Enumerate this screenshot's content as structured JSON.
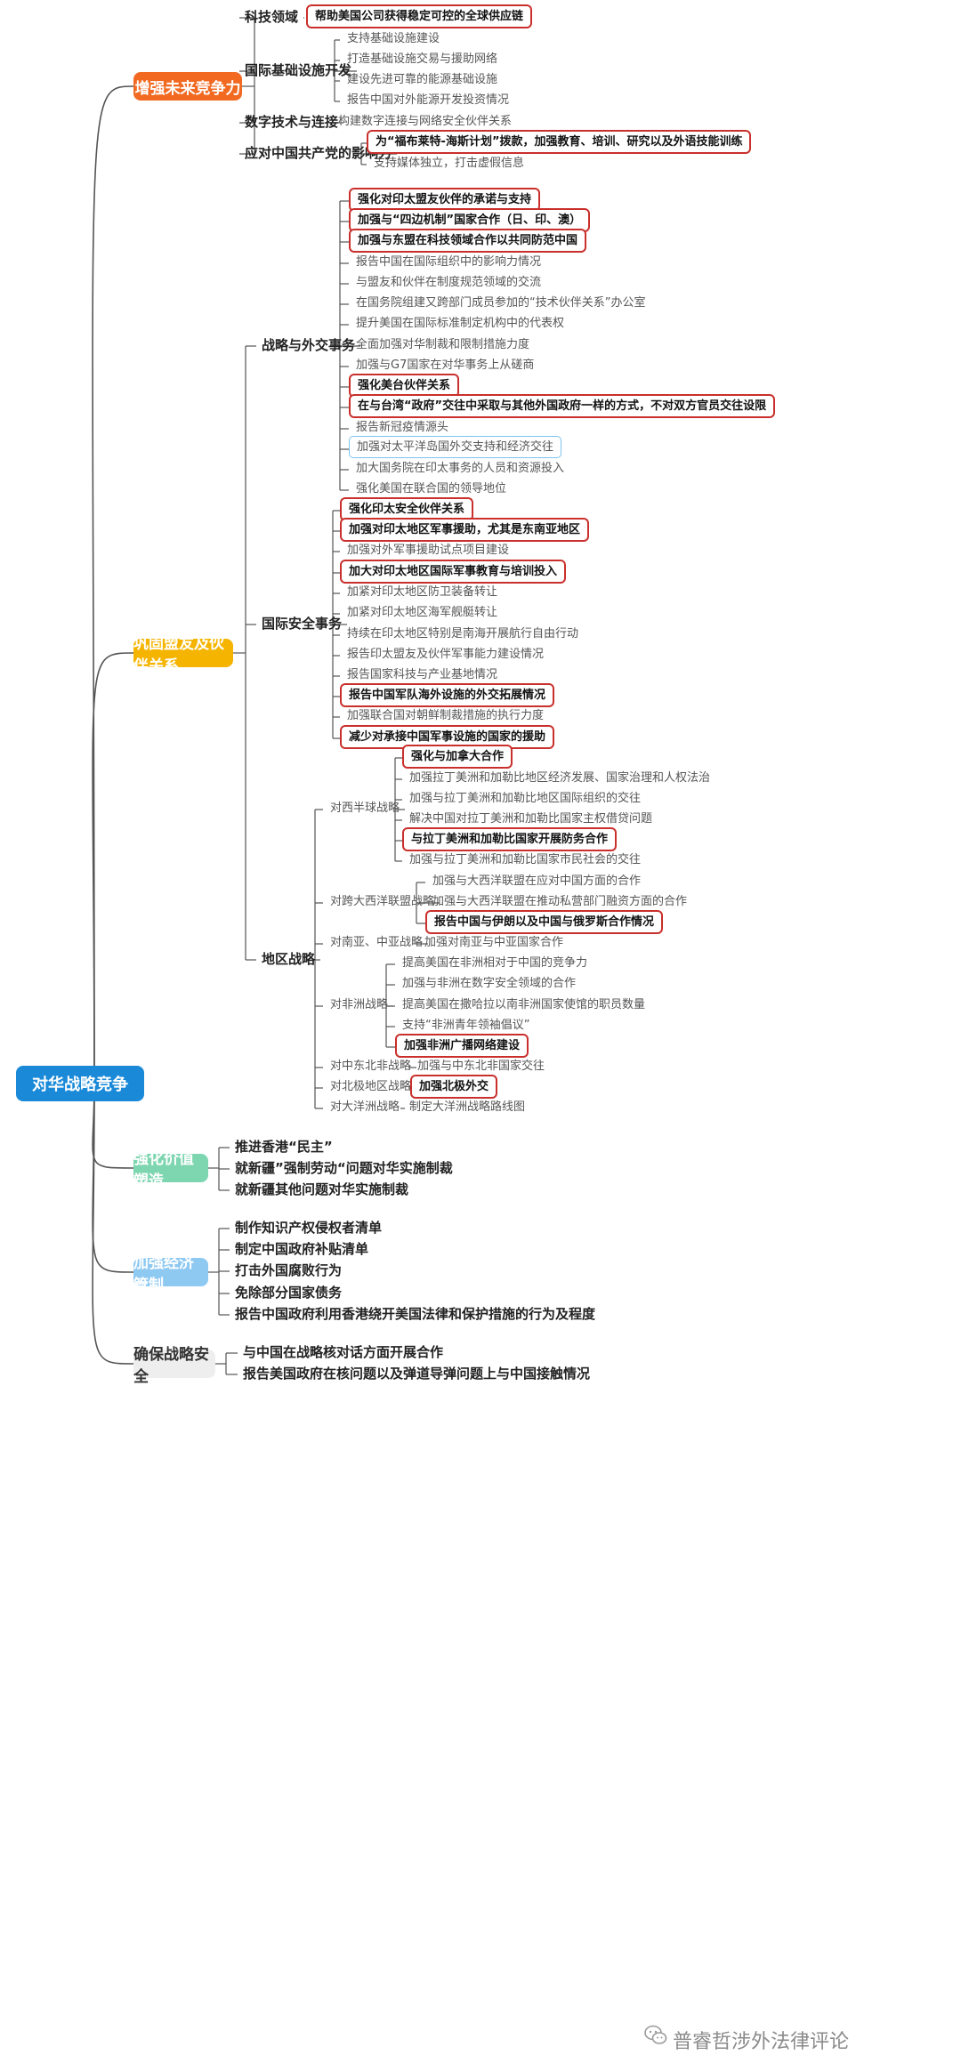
{
  "root": "对华战略竞争",
  "branches": [
    {
      "label": "增强未来竞争力",
      "color": "#f26a22",
      "children": [
        {
          "label": "科技领域",
          "items": [
            {
              "text": "帮助美国公司获得稳定可控的全球供应链",
              "hl": "red"
            }
          ]
        },
        {
          "label": "国际基础设施开发",
          "items": [
            {
              "text": "支持基础设施建设"
            },
            {
              "text": "打造基础设施交易与援助网络"
            },
            {
              "text": "建设先进可靠的能源基础设施"
            },
            {
              "text": "报告中国对外能源开发投资情况"
            }
          ]
        },
        {
          "label": "数字技术与连接",
          "items": [
            {
              "text": "构建数字连接与网络安全伙伴关系"
            }
          ]
        },
        {
          "label": "应对中国共产党的影响力",
          "items": [
            {
              "text": "为“福布莱特-海斯计划”拨款，加强教育、培训、研究以及外语技能训练",
              "hl": "red"
            },
            {
              "text": "支持媒体独立，打击虚假信息"
            }
          ]
        }
      ]
    },
    {
      "label": "巩固盟友及伙伴关系",
      "color": "#f5b400",
      "children": [
        {
          "label": "战略与外交事务",
          "items": [
            {
              "text": "强化对印太盟友伙伴的承诺与支持",
              "hl": "red"
            },
            {
              "text": "加强与“四边机制”国家合作（日、印、澳）",
              "hl": "red"
            },
            {
              "text": "加强与东盟在科技领域合作以共同防范中国",
              "hl": "red"
            },
            {
              "text": "报告中国在国际组织中的影响力情况"
            },
            {
              "text": "与盟友和伙伴在制度规范领域的交流"
            },
            {
              "text": "在国务院组建又跨部门成员参加的“技术伙伴关系”办公室"
            },
            {
              "text": "提升美国在国际标准制定机构中的代表权"
            },
            {
              "text": "全面加强对华制裁和限制措施力度"
            },
            {
              "text": "加强与G7国家在对华事务上从磋商"
            },
            {
              "text": "强化美台伙伴关系",
              "hl": "red"
            },
            {
              "text": "在与台湾“政府”交往中采取与其他外国政府一样的方式，不对双方官员交往设限",
              "hl": "red"
            },
            {
              "text": "报告新冠疫情源头"
            },
            {
              "text": "加强对太平洋岛国外交支持和经济交往",
              "hl": "blue"
            },
            {
              "text": "加大国务院在印太事务的人员和资源投入"
            },
            {
              "text": "强化美国在联合国的领导地位"
            }
          ]
        },
        {
          "label": "国际安全事务",
          "items": [
            {
              "text": "强化印太安全伙伴关系",
              "hl": "red"
            },
            {
              "text": "加强对印太地区军事援助，尤其是东南亚地区",
              "hl": "red"
            },
            {
              "text": "加强对外军事援助试点项目建设"
            },
            {
              "text": "加大对印太地区国际军事教育与培训投入",
              "hl": "red"
            },
            {
              "text": "加紧对印太地区防卫装备转让"
            },
            {
              "text": "加紧对印太地区海军舰艇转让"
            },
            {
              "text": "持续在印太地区特别是南海开展航行自由行动"
            },
            {
              "text": "报告印太盟友及伙伴军事能力建设情况"
            },
            {
              "text": "报告国家科技与产业基地情况"
            },
            {
              "text": "报告中国军队海外设施的外交拓展情况",
              "hl": "red"
            },
            {
              "text": "加强联合国对朝鲜制裁措施的执行力度"
            },
            {
              "text": "减少对承接中国军事设施的国家的援助",
              "hl": "red"
            }
          ]
        },
        {
          "label": "地区战略",
          "groups": [
            {
              "label": "对西半球战略",
              "items": [
                {
                  "text": "强化与加拿大合作",
                  "hl": "red"
                },
                {
                  "text": "加强拉丁美洲和加勒比地区经济发展、国家治理和人权法治"
                },
                {
                  "text": "加强与拉丁美洲和加勒比地区国际组织的交往"
                },
                {
                  "text": "解决中国对拉丁美洲和加勒比国家主权借贷问题"
                },
                {
                  "text": "与拉丁美洲和加勒比国家开展防务合作",
                  "hl": "red"
                },
                {
                  "text": "加强与拉丁美洲和加勒比国家市民社会的交往"
                }
              ]
            },
            {
              "label": "对跨大西洋联盟战略",
              "items": [
                {
                  "text": "加强与大西洋联盟在应对中国方面的合作"
                },
                {
                  "text": "加强与大西洋联盟在推动私营部门融资方面的合作"
                },
                {
                  "text": "报告中国与伊朗以及中国与俄罗斯合作情况",
                  "hl": "red"
                }
              ]
            },
            {
              "label": "对南亚、中亚战略",
              "items": [
                {
                  "text": "加强对南亚与中亚国家合作"
                }
              ]
            },
            {
              "label": "对非洲战略",
              "items": [
                {
                  "text": "提高美国在非洲相对于中国的竞争力"
                },
                {
                  "text": "加强与非洲在数字安全领域的合作"
                },
                {
                  "text": "提高美国在撒哈拉以南非洲国家使馆的职员数量"
                },
                {
                  "text": "支持“非洲青年领袖倡议”"
                },
                {
                  "text": "加强非洲广播网络建设",
                  "hl": "red"
                }
              ]
            },
            {
              "label": "对中东北非战略",
              "items": [
                {
                  "text": "加强与中东北非国家交往"
                }
              ]
            },
            {
              "label": "对北极地区战略",
              "items": [
                {
                  "text": "加强北极外交",
                  "hl": "red"
                }
              ]
            },
            {
              "label": "对大洋洲战略",
              "items": [
                {
                  "text": "制定大洋洲战略路线图"
                }
              ]
            }
          ]
        }
      ]
    },
    {
      "label": "强化价值塑造",
      "color": "#7ed6b0",
      "children": [
        {
          "label": "推进香港“民主”"
        },
        {
          "label": "就新疆”强制劳动“问题对华实施制裁"
        },
        {
          "label": "就新疆其他问题对华实施制裁"
        }
      ]
    },
    {
      "label": "加强经济管制",
      "color": "#8ec9f2",
      "children": [
        {
          "label": "制作知识产权侵权者清单"
        },
        {
          "label": "制定中国政府补贴清单"
        },
        {
          "label": "打击外国腐败行为"
        },
        {
          "label": "免除部分国家债务"
        },
        {
          "label": "报告中国政府利用香港绕开美国法律和保护措施的行为及程度"
        }
      ]
    },
    {
      "label": "确保战略安全",
      "color": "#eeeeee",
      "text_color": "#333333",
      "children": [
        {
          "label": "与中国在战略核对话方面开展合作"
        },
        {
          "label": "报告美国政府在核问题以及弹道导弹问题上与中国接触情况"
        }
      ]
    }
  ],
  "watermark": "普睿哲涉外法律评论"
}
